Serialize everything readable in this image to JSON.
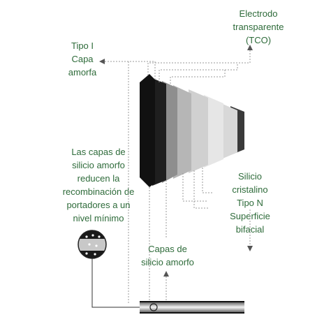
{
  "labels": {
    "tco": "Electrodo\ntransparente\n(TCO)",
    "tipo1": "Tipo I\nCapa\namorfa",
    "capas_left": "Las capas de\nsilicio amorfo\nreducen la\nrecombinación de\nportadores a un\nnivel mínimo",
    "silicio": "Silicio\ncristalino\nTipo N\nSuperficie\nbifacial",
    "capas_bottom": "Capas de\nsilicio amorfo"
  },
  "colors": {
    "label_text": "#2e6b3a",
    "dotted_line": "#9a9a9a",
    "accent_dark": "#222222"
  }
}
